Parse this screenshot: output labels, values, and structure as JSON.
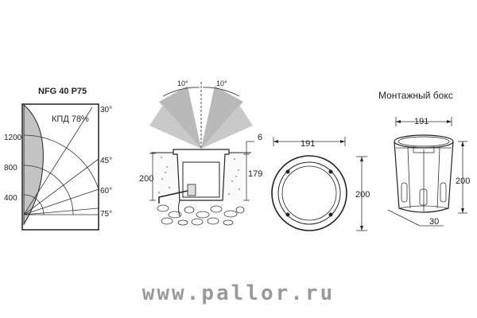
{
  "polar": {
    "model": "NFG 40 P75",
    "efficiency": "КПД 78%",
    "radial_labels": [
      "1200",
      "800",
      "400"
    ],
    "angle_labels": [
      "30°",
      "45°",
      "60°",
      "75°"
    ]
  },
  "install": {
    "beam_left": "10°",
    "beam_right": "10°",
    "dim_flange": "6",
    "dim_height": "200",
    "dim_body": "179"
  },
  "top_view": {
    "dim_width": "191",
    "dim_height": "200"
  },
  "box": {
    "title": "Монтажный бокс",
    "dim_width": "191",
    "dim_height": "200",
    "dim_base": "30"
  },
  "footer": {
    "website": "www.pallor.ru"
  },
  "colors": {
    "beam": "#b9b9b9",
    "polar_fill": "#c4c4c4",
    "watermark": "#9a9a9a"
  }
}
